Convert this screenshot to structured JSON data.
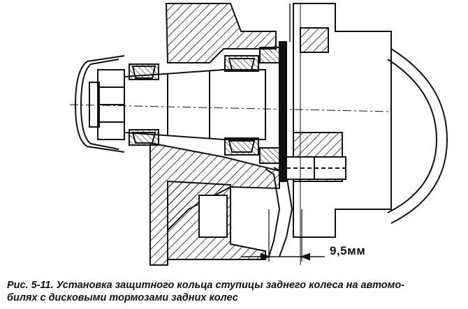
{
  "figure": {
    "dimension_label": "9,5мм",
    "caption_line1": "Рис. 5-11. Установка защитного кольца ступицы заднего колеса на автомо-",
    "caption_line2": "билях с дисковыми тормозами задних колес"
  }
}
